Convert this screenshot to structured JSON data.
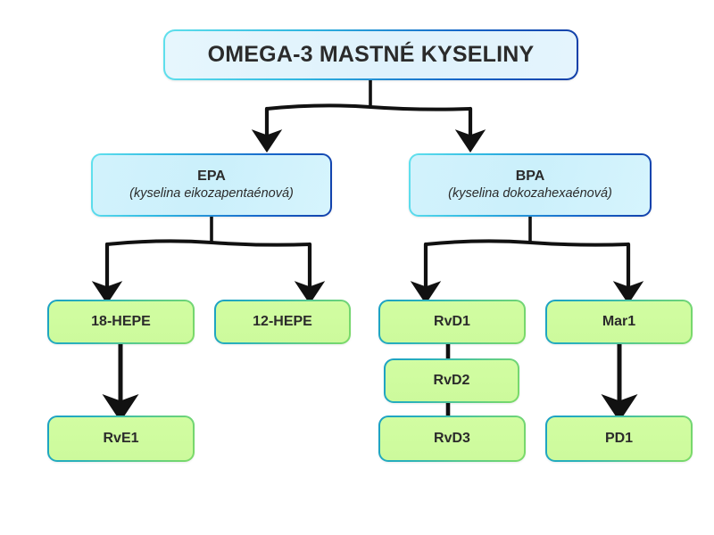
{
  "diagram": {
    "title_node": {
      "label": "OMEGA-3 MASTNÉ KYSELINY"
    },
    "level2": [
      {
        "name": "EPA",
        "subtitle": "(kyselina eikozapentaénová)"
      },
      {
        "name": "BPA",
        "subtitle": "(kyselina dokozahexaénová)"
      }
    ],
    "level3": [
      {
        "label": "18-HEPE"
      },
      {
        "label": "12-HEPE"
      },
      {
        "label": "RvD1"
      },
      {
        "label": "Mar1"
      }
    ],
    "level4": [
      {
        "label": "RvD2"
      }
    ],
    "level5": [
      {
        "label": "RvE1"
      },
      {
        "label": "RvD3"
      },
      {
        "label": "PD1"
      }
    ],
    "colors": {
      "root_fill": "#e2f4fd",
      "blue_fill": "#cdf1fc",
      "green_fill": "#ccfa9c",
      "blue_border": "#1565c8",
      "cyan_border": "#5fe0ec",
      "green_border": "#7ddb66",
      "teal_border": "#1aa0c4",
      "text": "#2b2b2b",
      "connector": "#111111",
      "background": "#ffffff"
    }
  }
}
